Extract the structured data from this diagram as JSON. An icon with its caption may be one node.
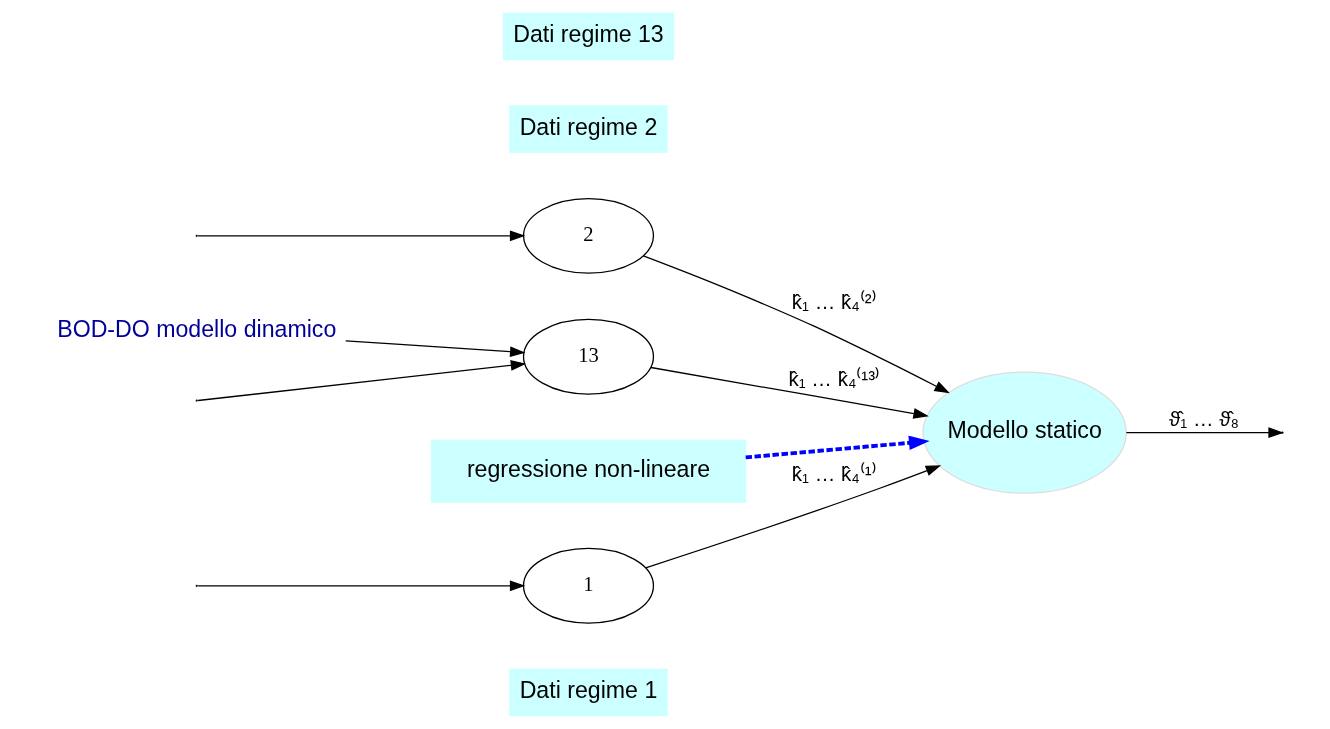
{
  "diagram": {
    "nodes": [
      {
        "text": [
          "Dati regime 1"
        ]
      },
      {
        "text": [
          "1"
        ]
      },
      {
        "text": [
          "Dati regime 2"
        ]
      },
      {
        "text": [
          "2"
        ]
      },
      {
        "text": [
          "Dati regime 13"
        ]
      },
      {
        "text": [
          "13"
        ]
      },
      {
        "text": [
          "Modello statico"
        ]
      },
      {
        "text": [
          "regressione non-lineare"
        ]
      },
      {
        "text": [
          "BOD-DO modello dinamico"
        ]
      }
    ],
    "edges": [
      {
        "from": null,
        "to": 1,
        "arrow": "to"
      },
      {
        "from": 1,
        "to": 6,
        "arrow": "to",
        "label": "k̂₁ … k̂₄⁽¹⁾"
      },
      {
        "from": null,
        "to": 3,
        "arrow": "to"
      },
      {
        "from": 3,
        "to": 6,
        "arrow": "to",
        "label": "k̂₁ … k̂₄⁽²⁾"
      },
      {
        "from": null,
        "to": 5,
        "arrow": "to"
      },
      {
        "from": 5,
        "to": 6,
        "arrow": "to",
        "label": "k̂₁ … k̂₄⁽¹³⁾"
      },
      {
        "from": 6,
        "to": null,
        "arrow": "to",
        "label": "ϑ̂₁ … ϑ̂₈"
      },
      {
        "from": 7,
        "to": 6,
        "arrow": "to",
        "style": "dashed",
        "color": "#0000ff"
      },
      {
        "from": 8,
        "to": 5,
        "arrow": "to"
      }
    ]
  }
}
